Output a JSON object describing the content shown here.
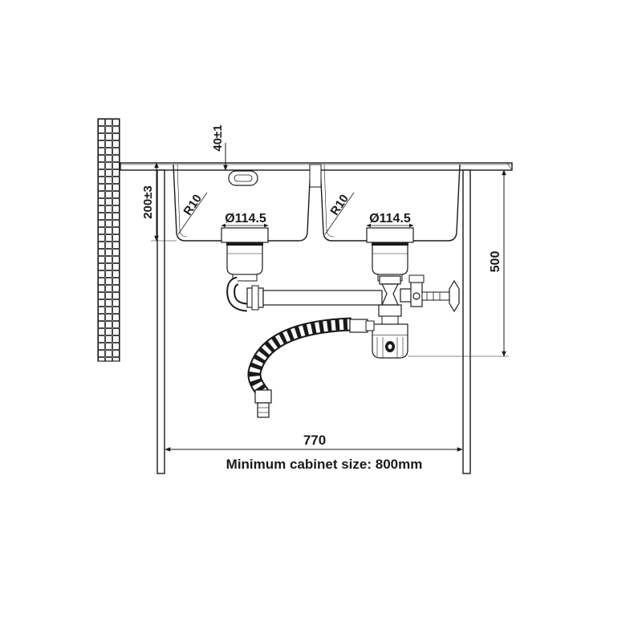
{
  "diagram": {
    "dimensions": {
      "tolerance_top": "40±1",
      "bowl_depth": "200±3",
      "cabinet_height": "500",
      "radius_left": "R10",
      "radius_right": "R10",
      "drain_left": "Ø114.5",
      "drain_right": "Ø114.5",
      "inner_width": "770"
    },
    "caption": "Minimum cabinet size: 800mm",
    "colors": {
      "line": "#1a1a1a",
      "background": "#ffffff"
    }
  }
}
